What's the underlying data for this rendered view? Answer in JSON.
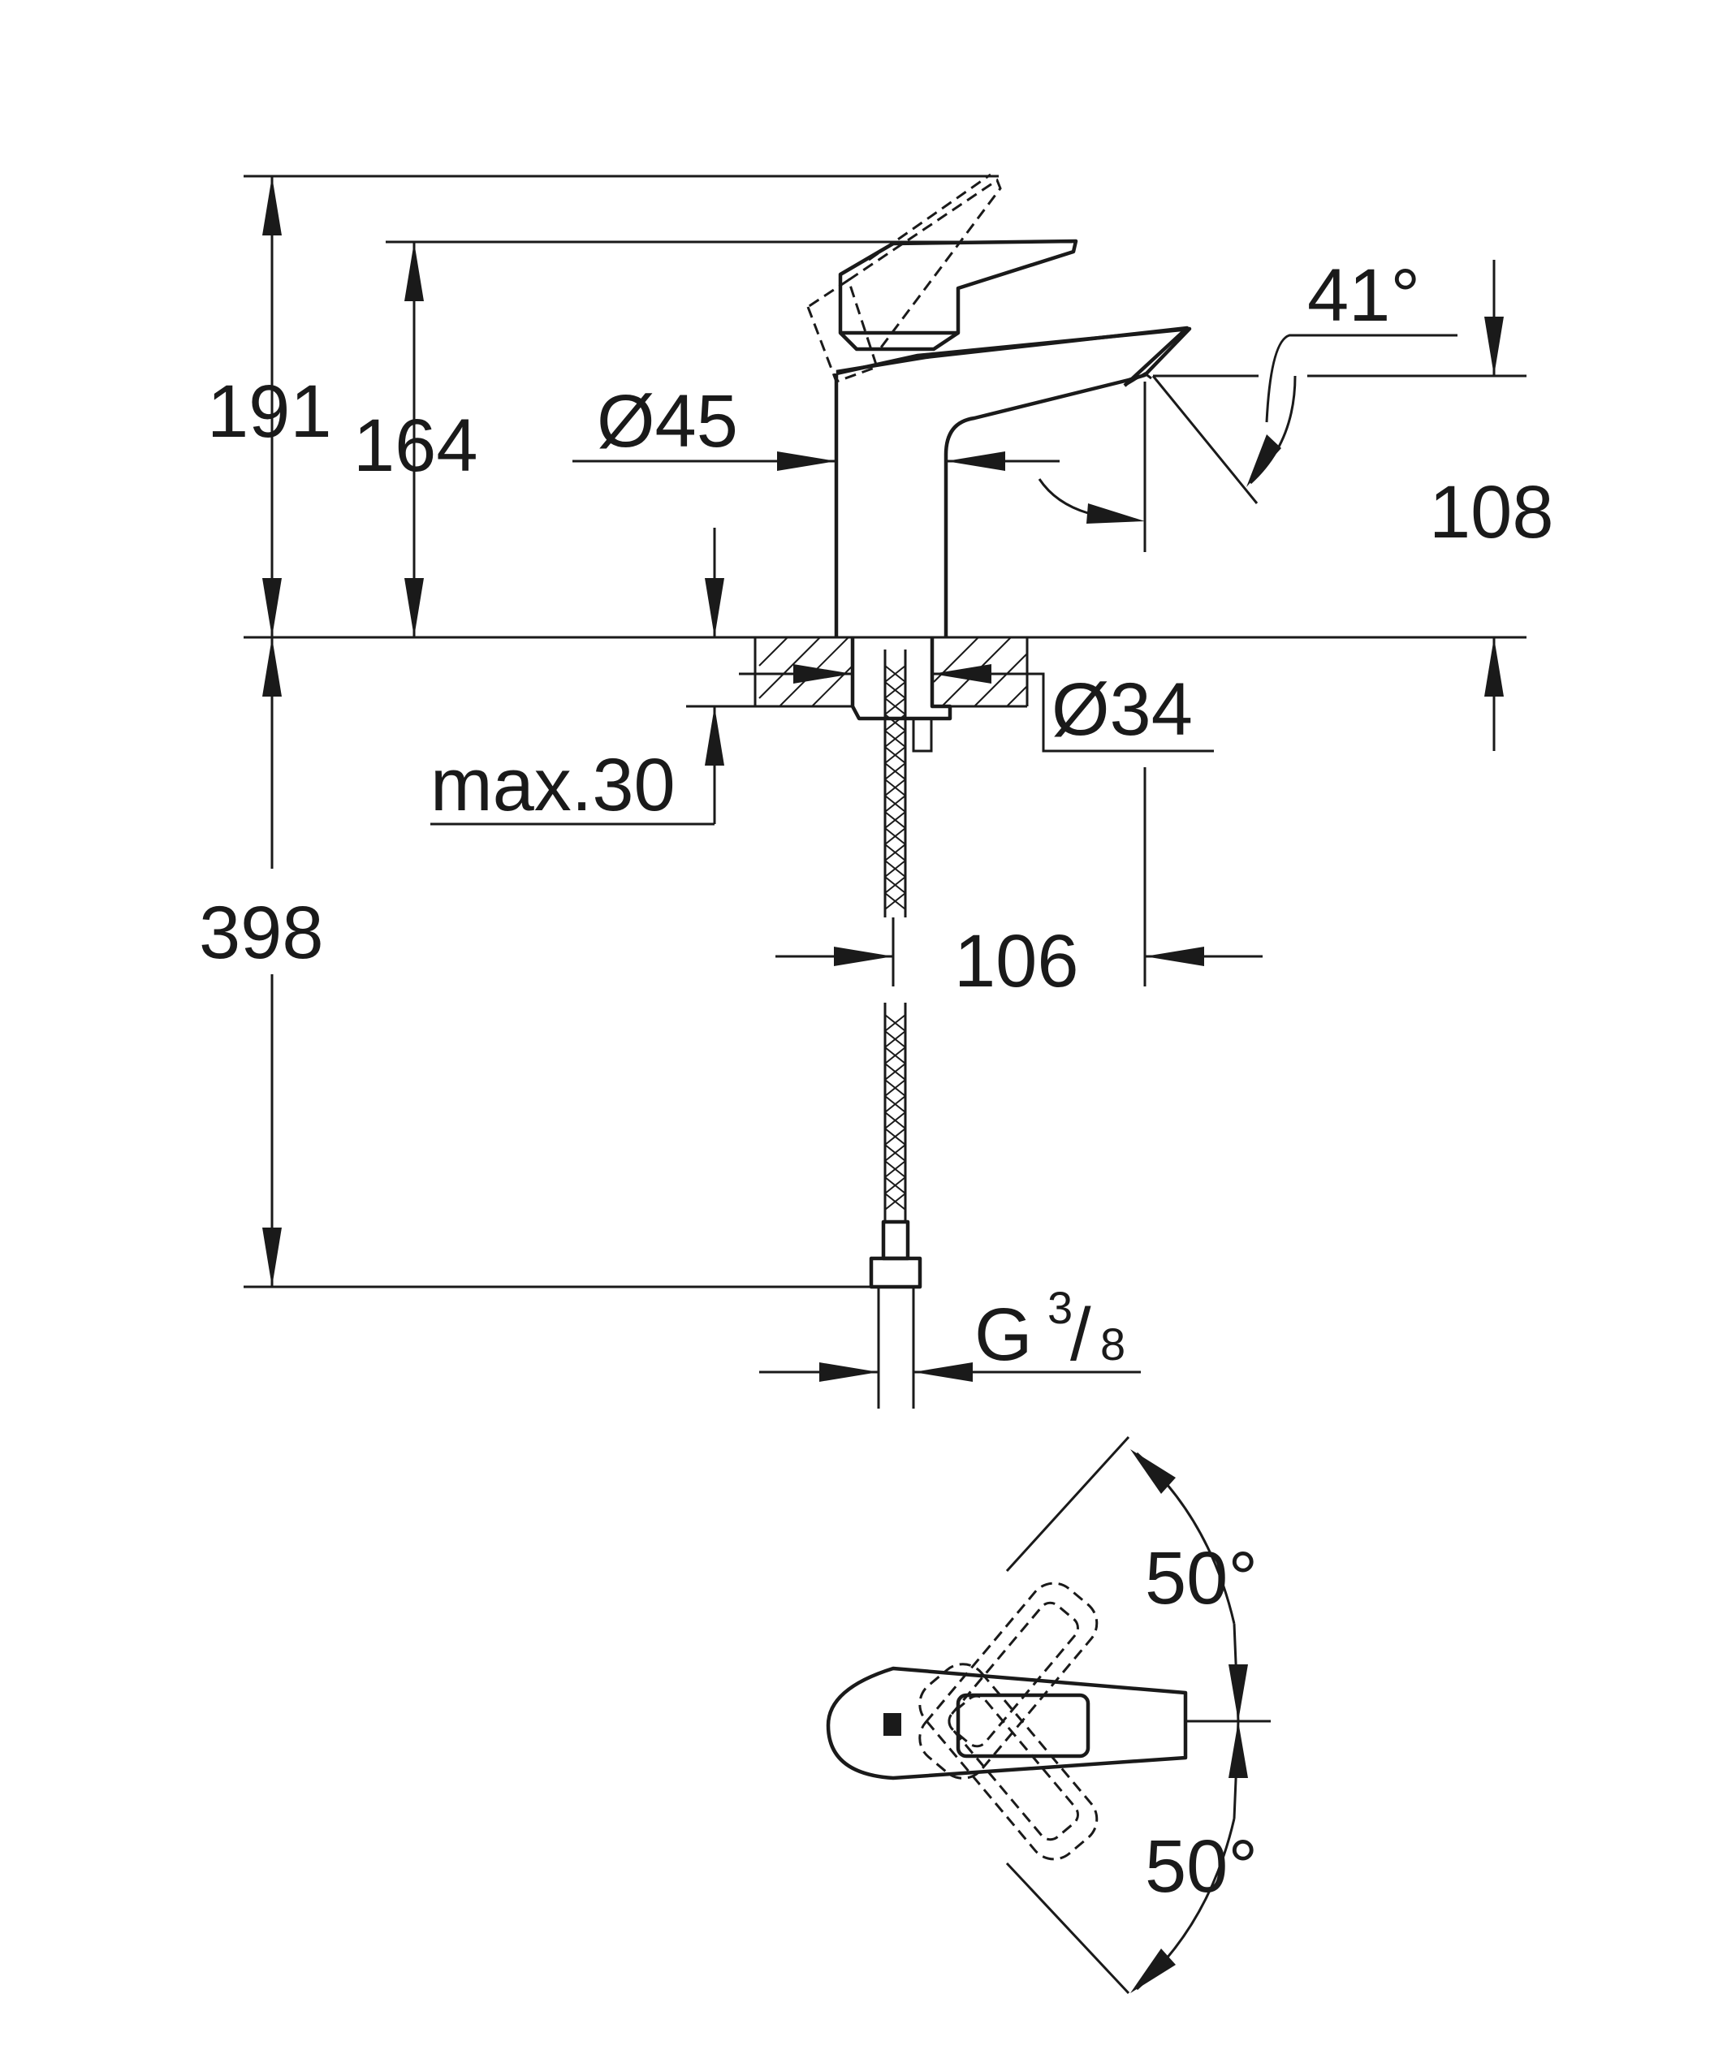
{
  "dimensions": {
    "total_height_lever_up": "191",
    "height_to_spout_top": "164",
    "body_diameter": "Ø45",
    "lever_tilt_angle": "41°",
    "spout_outlet_height": "108",
    "mounting_hole_diameter": "Ø34",
    "max_deck_thickness": "max.30",
    "spout_projection": "106",
    "supply_hose_length": "398",
    "connection_thread": "G",
    "connection_thread_num": "3",
    "connection_thread_den": "8",
    "rotation_left": "50°",
    "rotation_right": "50°"
  }
}
